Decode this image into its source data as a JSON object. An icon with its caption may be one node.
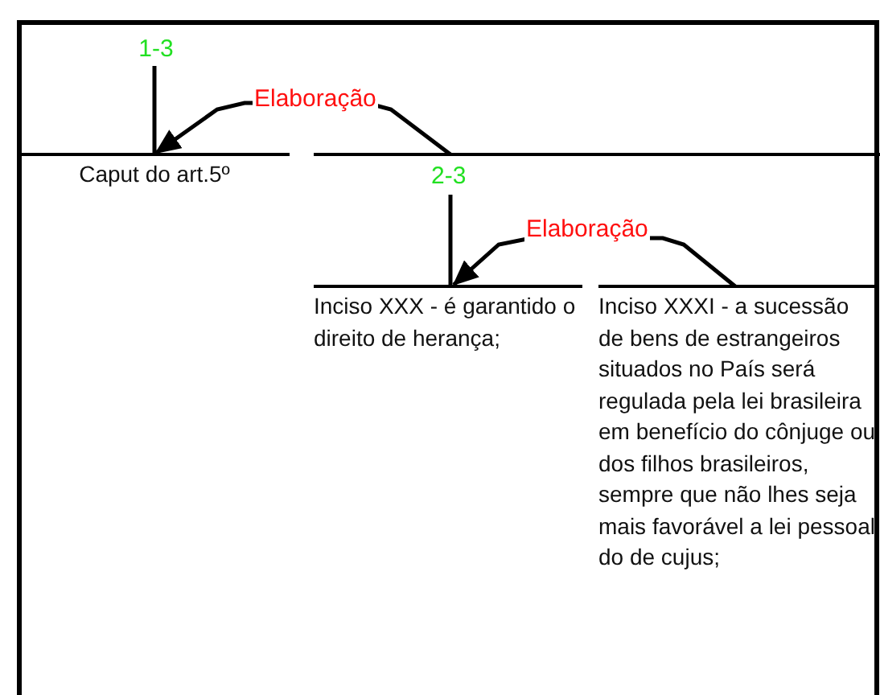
{
  "diagram": {
    "nodes": [
      {
        "text": [
          "1-3"
        ]
      },
      {
        "text": [
          "Caput do art.5º"
        ]
      },
      {
        "text": [
          "2-3"
        ]
      },
      {
        "text": [
          "Inciso XXX - é garantido o direito de herança;"
        ]
      },
      {
        "text": [
          "Inciso XXXI - a sucessão de bens de estrangeiros situados no País será regulada pela lei brasileira em benefício do cônjuge ou dos filhos brasileiros, sempre que não lhes seja mais favorável a lei pessoal do de cujus;"
        ]
      }
    ],
    "edges": [
      {
        "from": 0,
        "to": 1,
        "arrow": "none"
      },
      {
        "from": 2,
        "to": 1,
        "arrow": "to",
        "label": "Elaboração"
      },
      {
        "from": 2,
        "to": 3,
        "arrow": "none"
      },
      {
        "from": 4,
        "to": 3,
        "arrow": "to",
        "label": "Elaboração"
      }
    ]
  }
}
